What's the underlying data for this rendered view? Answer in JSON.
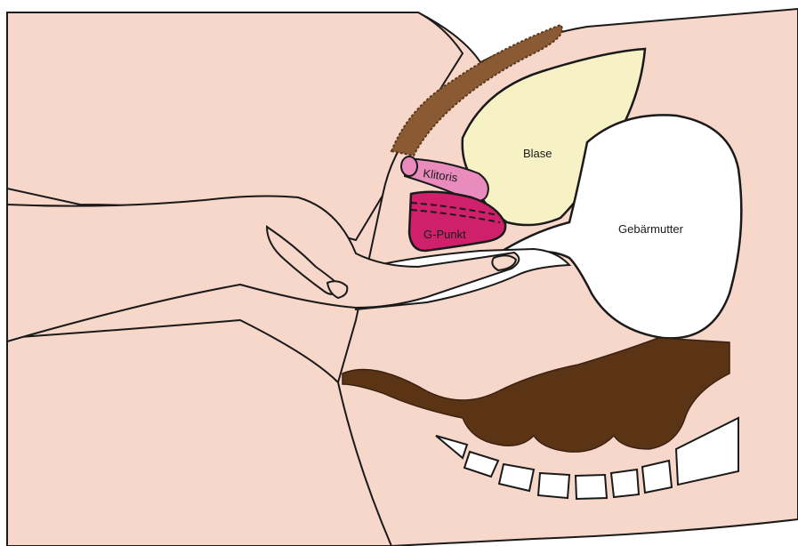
{
  "labels": {
    "blase": "Blase",
    "gebaermutter": "Gebärmutter",
    "klitoris": "Klitoris",
    "g_punkt": "G-Punkt"
  },
  "colors": {
    "skin": "#f6d7c9",
    "outline": "#1a1a1a",
    "bladder": "#f7f2c6",
    "uterus": "#ffffff",
    "clitoris": "#e98bbd",
    "g_spot": "#d0206b",
    "bowel": "#5b3416",
    "hair": "#5a3a1c",
    "bone": "#ffffff"
  }
}
